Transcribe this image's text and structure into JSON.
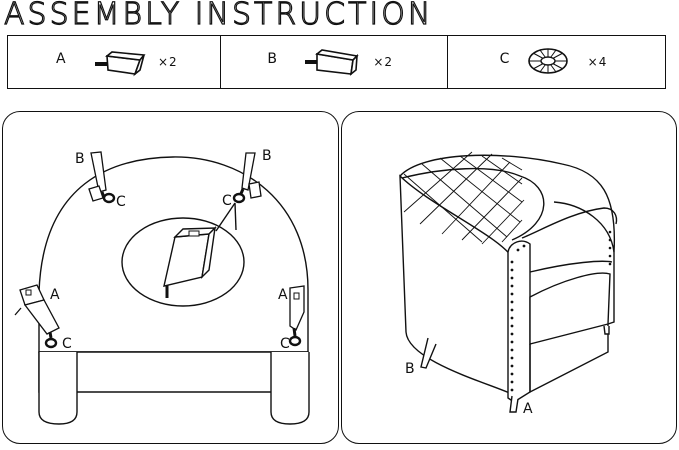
{
  "title": "ASSEMBLY INSTRUCTION",
  "parts": [
    {
      "letter": "A",
      "quantity": "×2",
      "icon": "leg-a-icon"
    },
    {
      "letter": "B",
      "quantity": "×2",
      "icon": "leg-b-icon"
    },
    {
      "letter": "C",
      "quantity": "×4",
      "icon": "washer-c-icon"
    }
  ],
  "diagram_labels": {
    "left": {
      "b_left": "B",
      "c_left": "C",
      "b_right": "B",
      "c_right": "C",
      "a_left": "A",
      "c_bottom_left": "C",
      "a_right": "A",
      "c_bottom_right": "C"
    },
    "right": {
      "b": "B",
      "a": "A"
    }
  },
  "colors": {
    "line": "#111111",
    "background": "#ffffff"
  }
}
